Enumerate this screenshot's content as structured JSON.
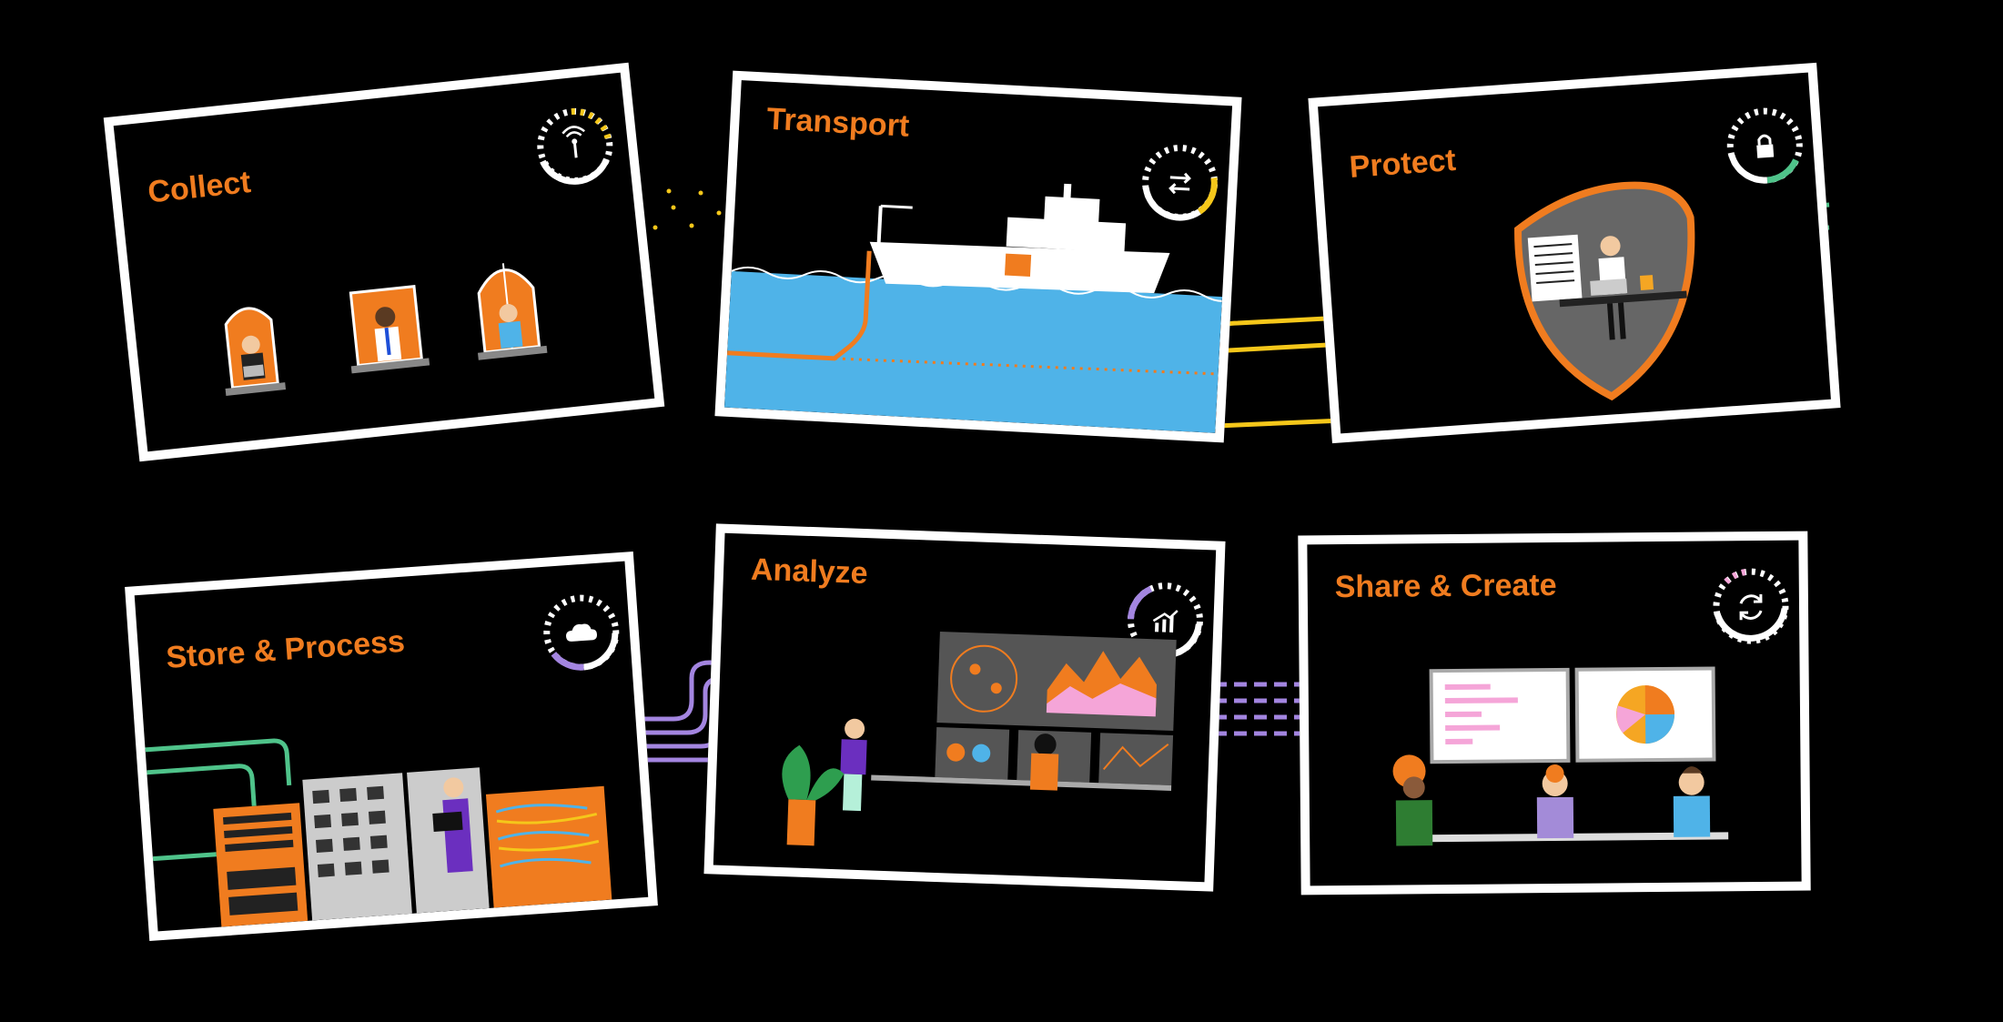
{
  "cards": [
    {
      "id": "collect",
      "title": "Collect",
      "icon": "antenna-icon",
      "accent": "#f5c71a"
    },
    {
      "id": "transport",
      "title": "Transport",
      "icon": "arrows-exchange-icon",
      "accent": "#f5c71a"
    },
    {
      "id": "protect",
      "title": "Protect",
      "icon": "lock-icon",
      "accent": "#4fc38a"
    },
    {
      "id": "store",
      "title": "Store & Process",
      "icon": "cloud-icon",
      "accent": "#a385e0"
    },
    {
      "id": "analyze",
      "title": "Analyze",
      "icon": "chart-icon",
      "accent": "#a385e0"
    },
    {
      "id": "share",
      "title": "Share & Create",
      "icon": "refresh-icon",
      "accent": "#f5a5d8"
    }
  ],
  "colors": {
    "orange": "#f07c1f",
    "yellow": "#f5c71a",
    "green": "#4fc38a",
    "purple": "#a385e0",
    "pink": "#f5a5d8",
    "sea": "#4fb3e8",
    "background": "#000000",
    "frame": "#ffffff"
  }
}
